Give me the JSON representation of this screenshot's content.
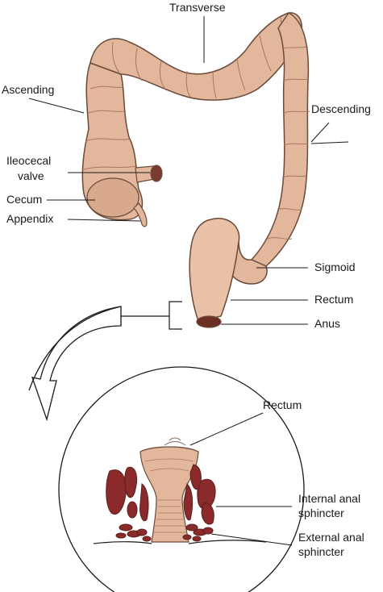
{
  "colon": {
    "labels": {
      "transverse": "Transverse",
      "ascending": "Ascending",
      "descending": "Descending",
      "ileocecal_line1": "Ileocecal",
      "ileocecal_line2": "valve",
      "cecum": "Cecum",
      "appendix": "Appendix",
      "sigmoid": "Sigmoid",
      "rectum": "Rectum",
      "anus": "Anus"
    }
  },
  "inset": {
    "labels": {
      "rectum": "Rectum",
      "internal_line1": "Internal anal",
      "internal_line2": "sphincter",
      "external_line1": "External anal",
      "external_line2": "sphincter"
    }
  },
  "colors": {
    "tissue": "#e2b79c",
    "tissue_dark": "#c9957a",
    "muscle": "#8b2a2a",
    "outline": "#6b4a3a"
  }
}
